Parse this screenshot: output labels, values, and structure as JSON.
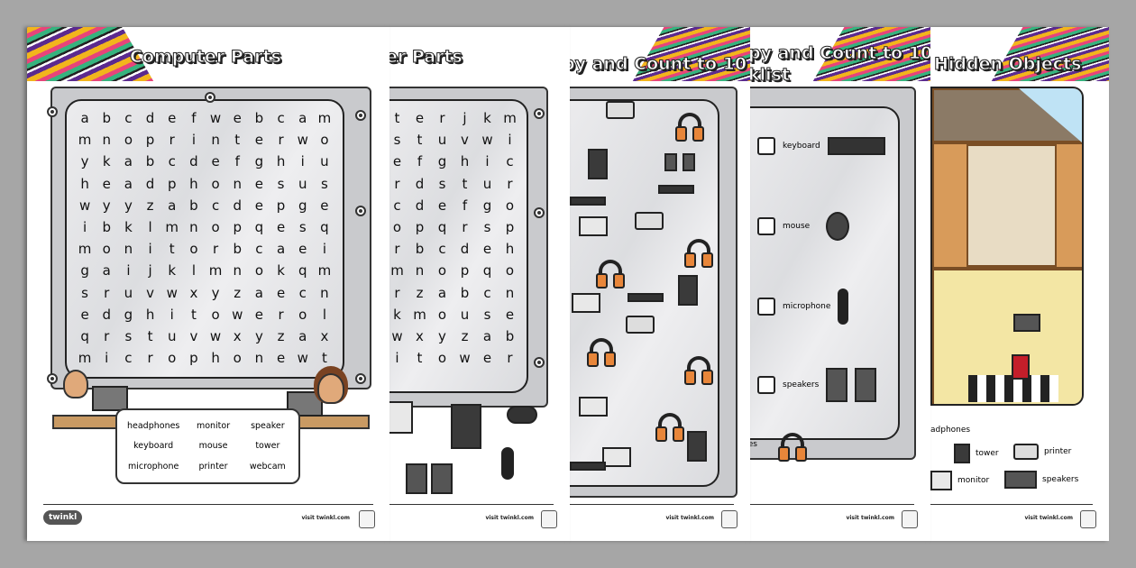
{
  "colors": {
    "background": "#a6a6a6",
    "accent_orange": "#e8863a",
    "desk": "#c99a63"
  },
  "page1": {
    "title": "Computer Parts",
    "grid": [
      [
        "a",
        "b",
        "c",
        "d",
        "e",
        "f",
        "w",
        "e",
        "b",
        "c",
        "a",
        "m"
      ],
      [
        "m",
        "n",
        "o",
        "p",
        "r",
        "i",
        "n",
        "t",
        "e",
        "r",
        "w",
        "o"
      ],
      [
        "y",
        "k",
        "a",
        "b",
        "c",
        "d",
        "e",
        "f",
        "g",
        "h",
        "i",
        "u"
      ],
      [
        "h",
        "e",
        "a",
        "d",
        "p",
        "h",
        "o",
        "n",
        "e",
        "s",
        "u",
        "s"
      ],
      [
        "w",
        "y",
        "y",
        "z",
        "a",
        "b",
        "c",
        "d",
        "e",
        "p",
        "g",
        "e"
      ],
      [
        "i",
        "b",
        "k",
        "l",
        "m",
        "n",
        "o",
        "p",
        "q",
        "e",
        "s",
        "q"
      ],
      [
        "m",
        "o",
        "n",
        "i",
        "t",
        "o",
        "r",
        "b",
        "c",
        "a",
        "e",
        "i"
      ],
      [
        "g",
        "a",
        "i",
        "j",
        "k",
        "l",
        "m",
        "n",
        "o",
        "k",
        "q",
        "m"
      ],
      [
        "s",
        "r",
        "u",
        "v",
        "w",
        "x",
        "y",
        "z",
        "a",
        "e",
        "c",
        "n"
      ],
      [
        "e",
        "d",
        "g",
        "h",
        "i",
        "t",
        "o",
        "w",
        "e",
        "r",
        "o",
        "l"
      ],
      [
        "q",
        "r",
        "s",
        "t",
        "u",
        "v",
        "w",
        "x",
        "y",
        "z",
        "a",
        "x"
      ],
      [
        "m",
        "i",
        "c",
        "r",
        "o",
        "p",
        "h",
        "o",
        "n",
        "e",
        "w",
        "t"
      ]
    ],
    "words": [
      "headphones",
      "monitor",
      "speaker",
      "keyboard",
      "mouse",
      "tower",
      "microphone",
      "printer",
      "webcam"
    ],
    "logo": "twinkl",
    "footer": "visit twinkl.com"
  },
  "page2": {
    "title": "er Parts",
    "grid": [
      [
        "t",
        "e",
        "r",
        "j",
        "k",
        "m"
      ],
      [
        "s",
        "t",
        "u",
        "v",
        "w",
        "i"
      ],
      [
        "e",
        "f",
        "g",
        "h",
        "i",
        "c"
      ],
      [
        "r",
        "d",
        "s",
        "t",
        "u",
        "r"
      ],
      [
        "c",
        "d",
        "e",
        "f",
        "g",
        "o"
      ],
      [
        "o",
        "p",
        "q",
        "r",
        "s",
        "p"
      ],
      [
        "r",
        "b",
        "c",
        "d",
        "e",
        "h"
      ],
      [
        "m",
        "n",
        "o",
        "p",
        "q",
        "o"
      ],
      [
        "r",
        "z",
        "a",
        "b",
        "c",
        "n"
      ],
      [
        "k",
        "m",
        "o",
        "u",
        "s",
        "e"
      ],
      [
        "w",
        "x",
        "y",
        "z",
        "a",
        "b"
      ],
      [
        "i",
        "t",
        "o",
        "w",
        "e",
        "r"
      ]
    ],
    "footer": "visit twinkl.com"
  },
  "page3": {
    "title": "py and Count to 10",
    "footer": "visit twinkl.com"
  },
  "page4": {
    "title_line1": "py and Count to 10",
    "title_line2": "klist",
    "checklist": [
      {
        "label": "keyboard",
        "icon": "keyboard-icon"
      },
      {
        "label": "mouse",
        "icon": "mouse-icon"
      },
      {
        "label": "microphone",
        "icon": "microphone-icon"
      },
      {
        "label": "speakers",
        "icon": "speakers-icon"
      },
      {
        "label": "nes",
        "icon": "headphones-icon"
      }
    ],
    "footer": "visit twinkl.com"
  },
  "page5": {
    "title": "Hidden Objects",
    "legend_top": "adphones",
    "legend": [
      {
        "label": "tower",
        "icon": "tower-icon"
      },
      {
        "label": "printer",
        "icon": "printer-icon"
      },
      {
        "label": "monitor",
        "icon": "monitor-icon"
      },
      {
        "label": "speakers",
        "icon": "speakers-icon"
      }
    ],
    "footer": "visit twinkl.com"
  }
}
